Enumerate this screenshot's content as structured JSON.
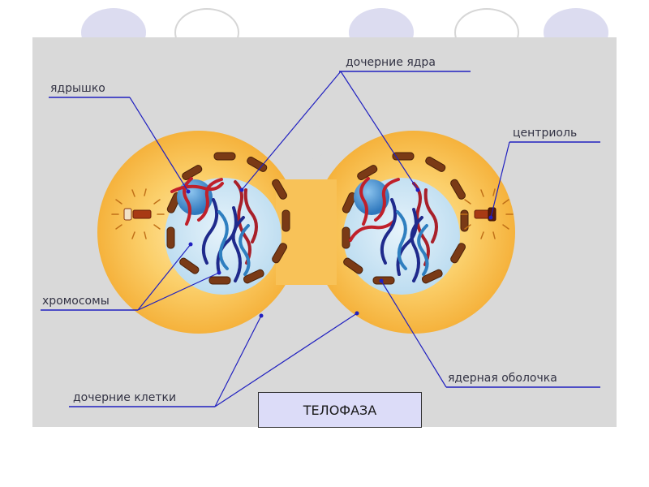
{
  "labels": {
    "nucleolus": "ядрышко",
    "daughter_nuclei": "дочерние ядра",
    "centriole": "центриоль",
    "chromosomes": "хромосомы",
    "nuclear_envelope": "ядерная оболочка",
    "daughter_cells": "дочерние клетки"
  },
  "caption": "ТЕЛОФАЗА",
  "colors": {
    "background": "#d9d9d9",
    "cytoplasm": "#f5b23c",
    "nucleoplasm": "#cfe6f5",
    "nucleolus": "#3a86c8",
    "chromosome_red": "#c0202a",
    "chromosome_navy": "#1f2a8c",
    "chromosome_blue": "#2f7fc0",
    "envelope": "#7a3a16",
    "leader": "#2020c0",
    "caption_box": "#dcdcf8"
  }
}
